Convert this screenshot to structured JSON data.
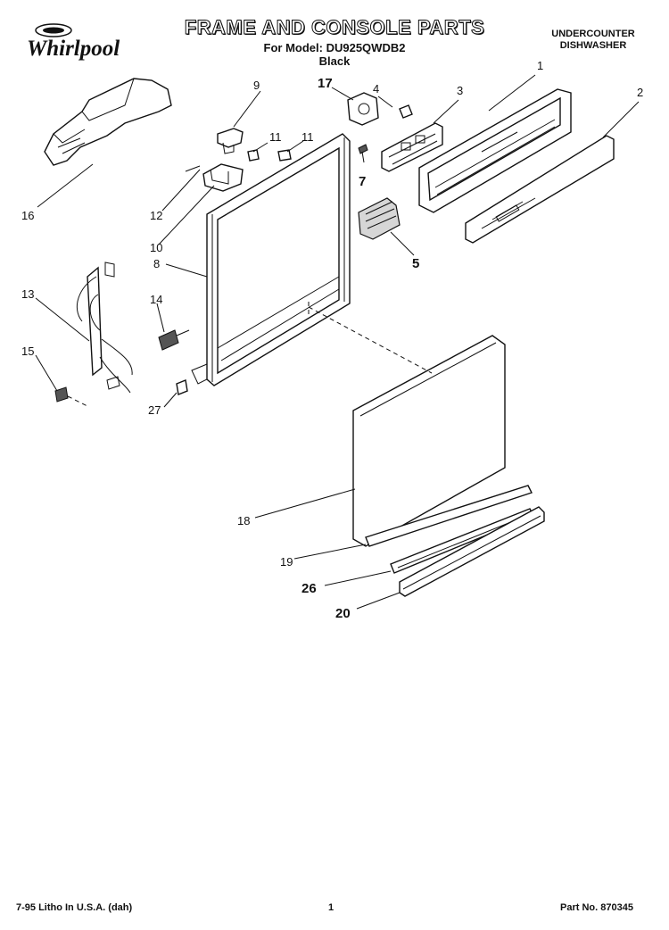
{
  "header": {
    "brand": "Whirlpool",
    "title": "FRAME AND CONSOLE PARTS",
    "model_line": "For Model: DU925QWDB2",
    "color_line": "Black",
    "product_line1": "UNDERCOUNTER",
    "product_line2": "DISHWASHER"
  },
  "callouts": {
    "c1": "1",
    "c2": "2",
    "c3": "3",
    "c4": "4",
    "c5": "5",
    "c7": "7",
    "c8": "8",
    "c9": "9",
    "c10": "10",
    "c11a": "11",
    "c11b": "11",
    "c12": "12",
    "c13": "13",
    "c14": "14",
    "c15": "15",
    "c16": "16",
    "c17": "17",
    "c18": "18",
    "c19": "19",
    "c20": "20",
    "c26": "26",
    "c27": "27"
  },
  "footer": {
    "left": "7-95 Litho In U.S.A. (dah)",
    "center": "1",
    "right": "Part No. 870345"
  }
}
